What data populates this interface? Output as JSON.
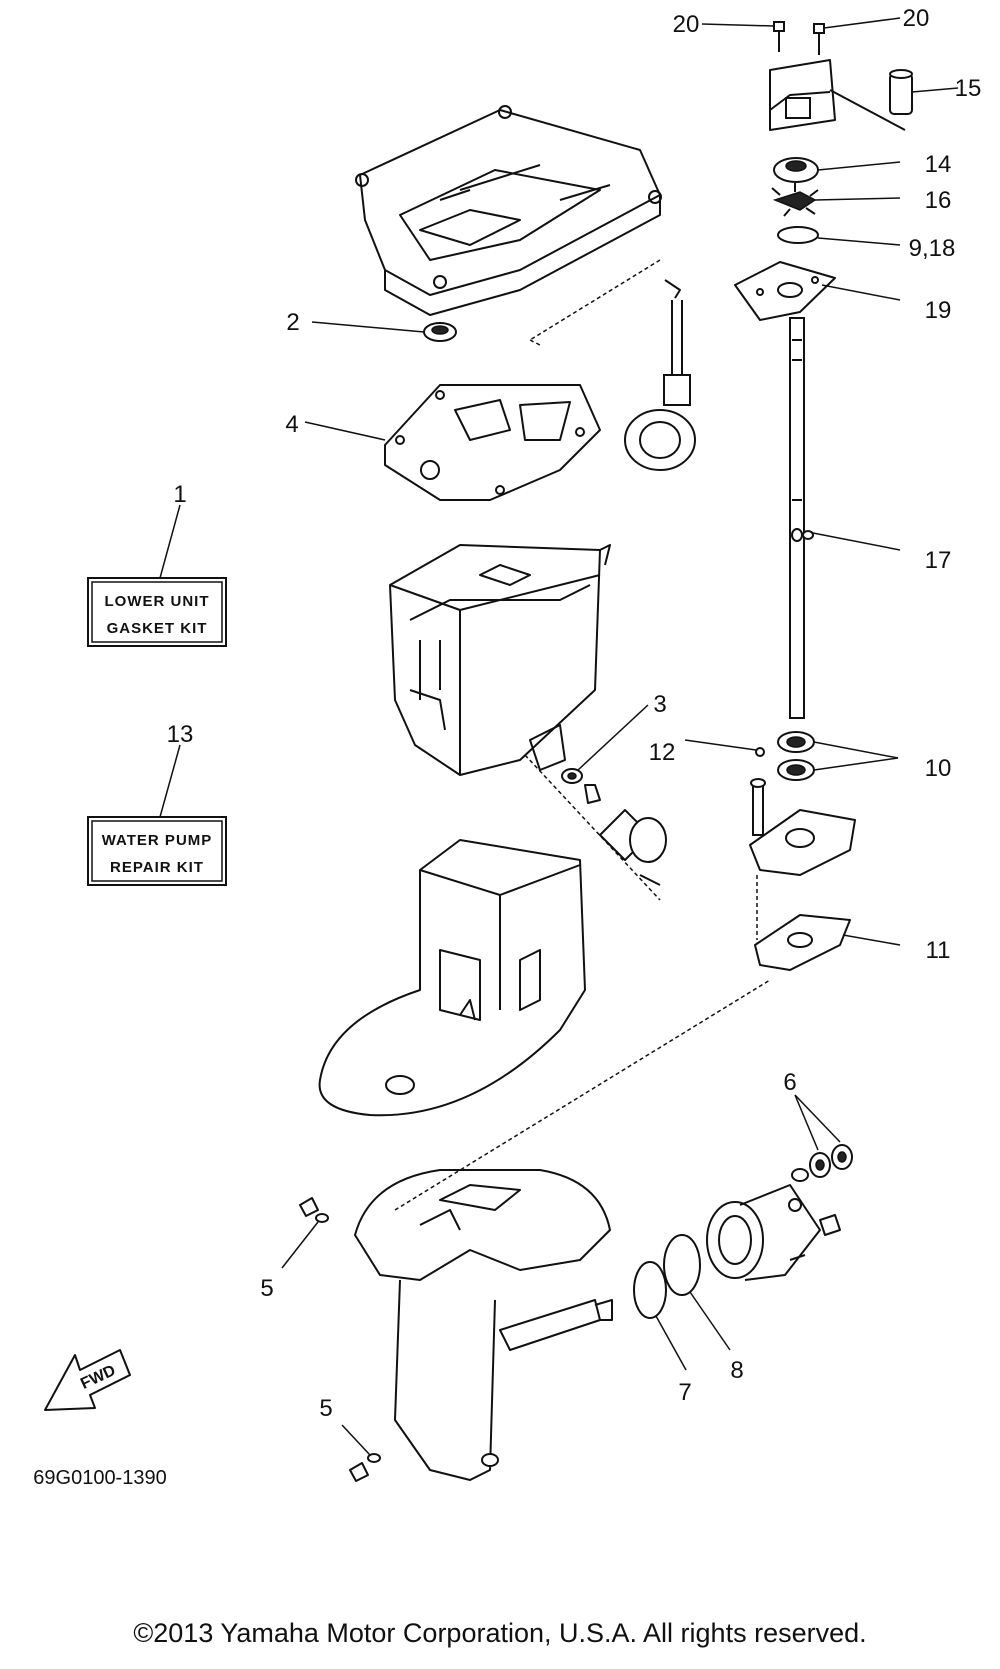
{
  "callouts": {
    "c1": "1",
    "c2": "2",
    "c3": "3",
    "c4": "4",
    "c5a": "5",
    "c5b": "5",
    "c6": "6",
    "c7": "7",
    "c8": "8",
    "c9_18": "9,18",
    "c10": "10",
    "c11": "11",
    "c12": "12",
    "c13": "13",
    "c14": "14",
    "c15": "15",
    "c16": "16",
    "c17": "17",
    "c19": "19",
    "c20a": "20",
    "c20b": "20"
  },
  "kits": {
    "gasket_kit_line1": "LOWER UNIT",
    "gasket_kit_line2": "GASKET KIT",
    "pump_kit_line1": "WATER PUMP",
    "pump_kit_line2": "REPAIR KIT"
  },
  "direction_label": "FWD",
  "diagram_code": "69G0100-1390",
  "copyright": "©2013 Yamaha Motor Corporation, U.S.A. All rights reserved."
}
